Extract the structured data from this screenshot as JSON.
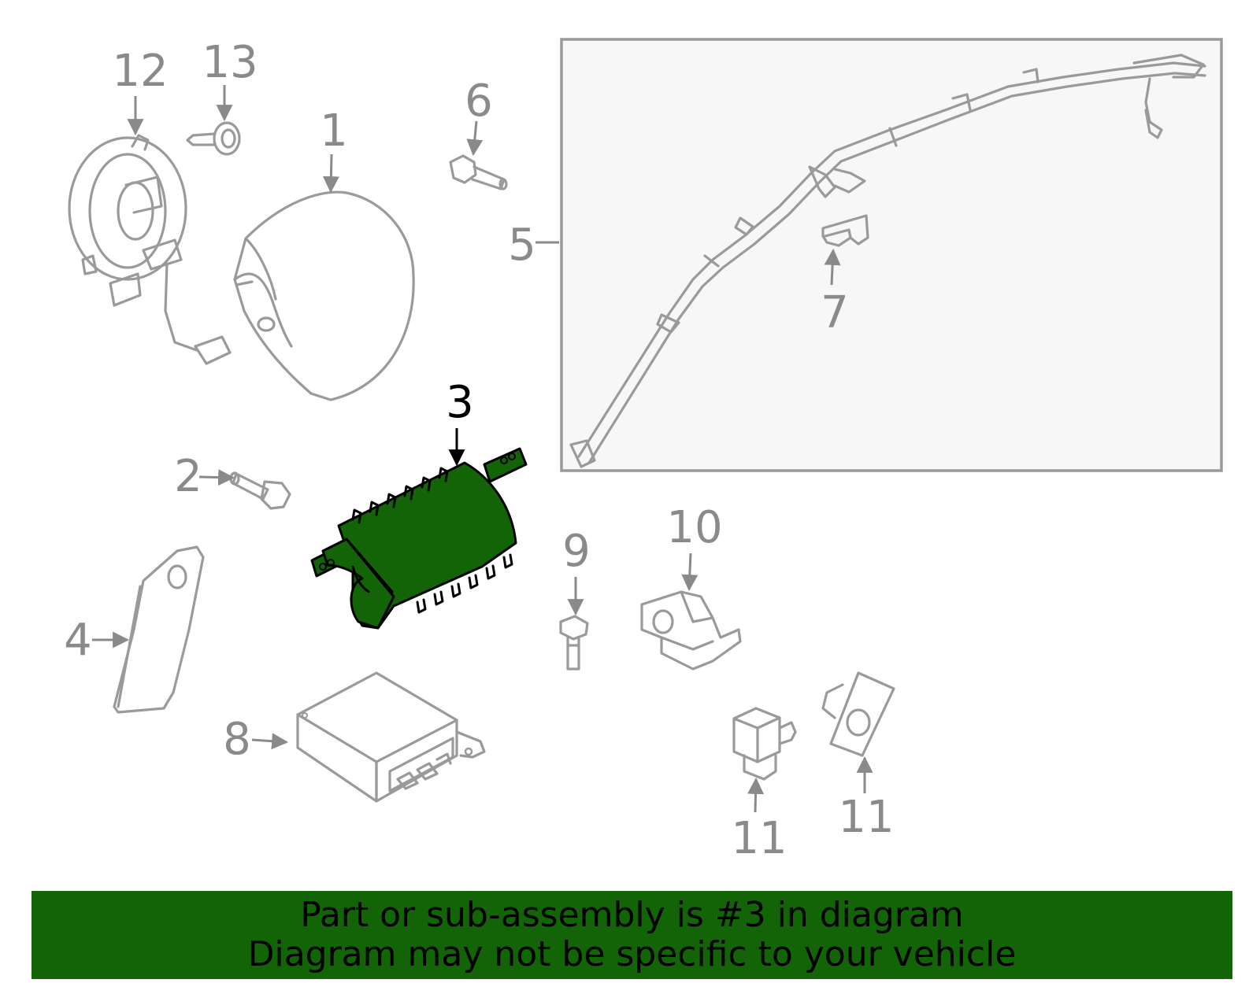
{
  "diagram": {
    "callouts": {
      "c1": "1",
      "c2": "2",
      "c3": "3",
      "c4": "4",
      "c5": "5",
      "c6": "6",
      "c7": "7",
      "c8": "8",
      "c9": "9",
      "c10": "10",
      "c11a": "11",
      "c11b": "11",
      "c12": "12",
      "c13": "13"
    },
    "highlight_color": "#136307"
  },
  "banner": {
    "line1": "Part or sub-assembly is #3 in diagram",
    "line2": "Diagram may not be specific to your vehicle",
    "background": "#136307"
  }
}
